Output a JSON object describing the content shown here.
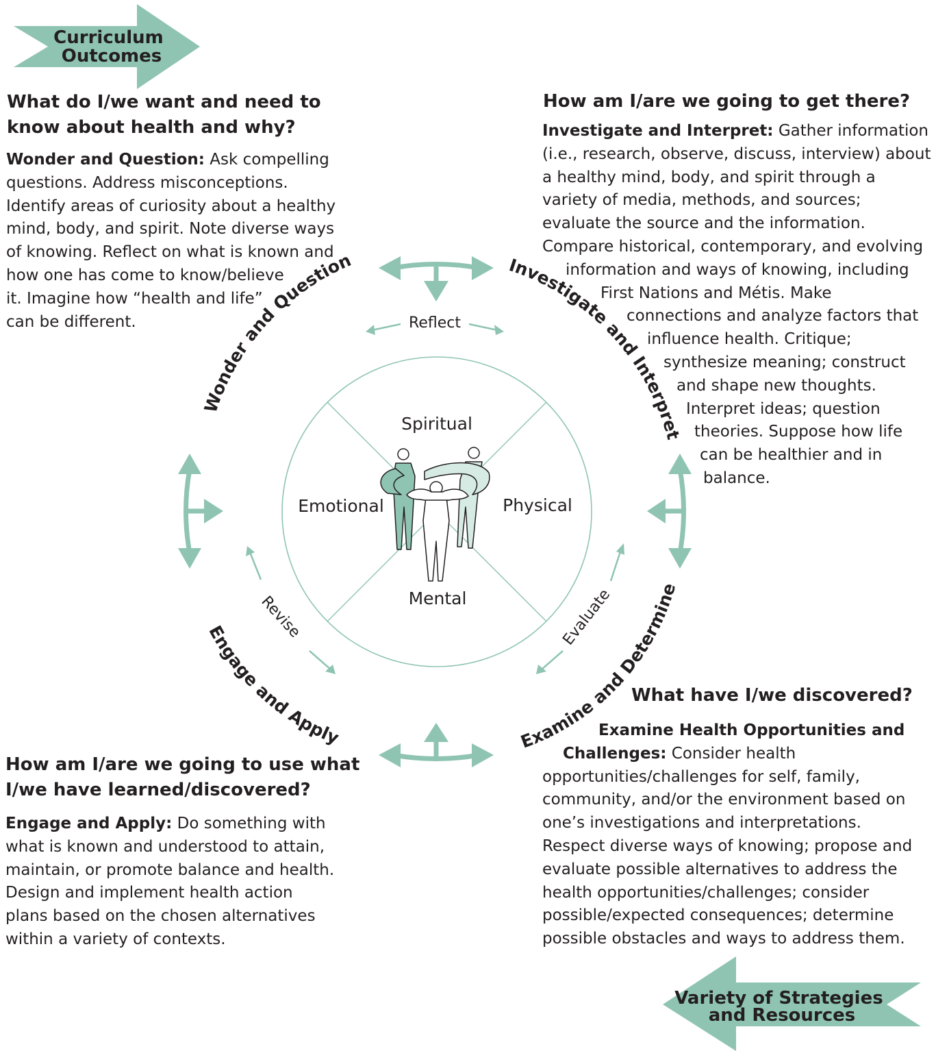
{
  "colors": {
    "teal": "#8fc4b2",
    "teal_light": "#d6ebe3",
    "text": "#231f20",
    "circle_stroke": "#8fc4b2"
  },
  "banners": {
    "curriculum": [
      "Curriculum",
      "Outcomes"
    ],
    "strategies": [
      "Variety of Strategies",
      "and Resources"
    ]
  },
  "cycle": {
    "wonder": "Wonder and Question",
    "investigate": "Investigate and Interpret",
    "examine": "Examine and Determine",
    "engage": "Engage and Apply",
    "reflect": "Reflect",
    "evaluate": "Evaluate",
    "revise": "Revise"
  },
  "dimensions": {
    "spiritual": "Spiritual",
    "emotional": "Emotional",
    "physical": "Physical",
    "mental": "Mental"
  },
  "center_icon": "three-people-embracing-icon",
  "sections": {
    "top_left": {
      "heading": [
        "What do I/we want and need to",
        "know about health and why?"
      ],
      "lead": "Wonder and Question:",
      "lines": [
        " Ask compelling",
        "questions. Address misconceptions.",
        "Identify areas of curiosity about a healthy",
        "mind, body, and spirit. Note diverse ways",
        "of knowing. Reflect on what is known and",
        "how one has come to know/believe",
        "it. Imagine how “health and life”",
        "can be different."
      ]
    },
    "top_right": {
      "heading": "How am I/are we going to get there?",
      "lead": "Investigate and Interpret:",
      "lines": [
        " Gather information",
        "(i.e., research, observe, discuss, interview) about",
        "a healthy mind, body, and spirit through a",
        "variety of media, methods, and sources;",
        "evaluate the source and the information.",
        "Compare historical, contemporary, and evolving",
        "information and ways of knowing, including",
        "First Nations and Métis. Make",
        "connections and analyze factors that",
        "influence health. Critique;",
        "synthesize meaning; construct",
        "and shape new thoughts.",
        "Interpret ideas; question",
        "theories. Suppose how life",
        "can be healthier and in",
        "balance."
      ]
    },
    "bottom_left": {
      "heading": [
        "How am I/are we going to use what",
        "I/we have learned/discovered?"
      ],
      "lead": "Engage and Apply:",
      "lines": [
        " Do something with",
        "what is known and understood to attain,",
        "maintain, or promote balance and health.",
        "Design and implement health action",
        "plans based on the chosen alternatives",
        "within a variety of contexts."
      ]
    },
    "bottom_right": {
      "heading": "What have I/we discovered?",
      "lead": [
        "Examine Health Opportunities and",
        "Challenges:"
      ],
      "lines": [
        " Consider health",
        "opportunities/challenges for self, family,",
        "community, and/or the environment based on",
        "one’s investigations and interpretations.",
        "Respect diverse ways of knowing; propose and",
        "evaluate possible alternatives to address the",
        "health opportunities/challenges; consider",
        "possible/expected consequences; determine",
        "possible obstacles and ways to address them."
      ]
    }
  }
}
